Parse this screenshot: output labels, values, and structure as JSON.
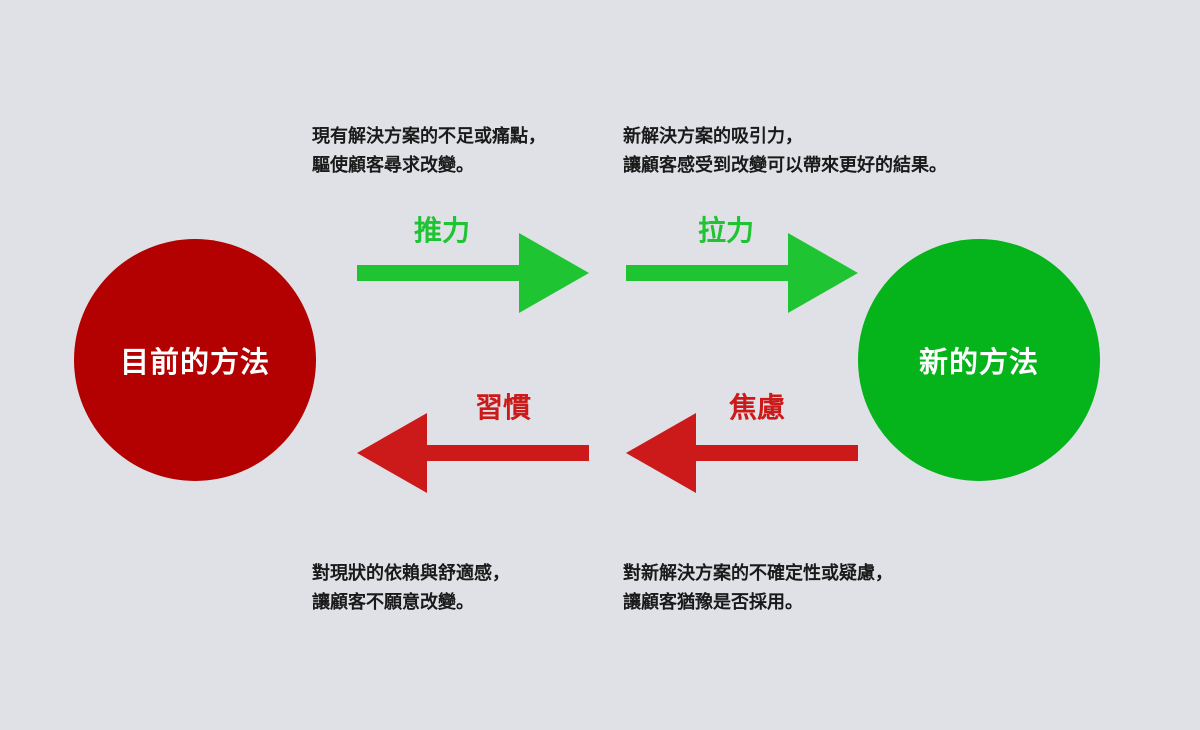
{
  "nodes": {
    "current": {
      "label": "目前的方法",
      "color": "#b30000"
    },
    "new": {
      "label": "新的方法",
      "color": "#05b31a"
    }
  },
  "forces": {
    "push": {
      "label": "推力",
      "color": "#1ec431",
      "direction": "right",
      "description": [
        "現有解決方案的不足或痛點，",
        "驅使顧客尋求改變。"
      ]
    },
    "pull": {
      "label": "拉力",
      "color": "#1ec431",
      "direction": "right",
      "description": [
        "新解決方案的吸引力，",
        "讓顧客感受到改變可以帶來更好的結果。"
      ]
    },
    "habit": {
      "label": "習慣",
      "color": "#cc1a1a",
      "direction": "left",
      "description": [
        "對現狀的依賴與舒適感，",
        "讓顧客不願意改變。"
      ]
    },
    "anxiety": {
      "label": "焦慮",
      "color": "#cc1a1a",
      "direction": "left",
      "description": [
        "對新解決方案的不確定性或疑慮，",
        "讓顧客猶豫是否採用。"
      ]
    }
  }
}
